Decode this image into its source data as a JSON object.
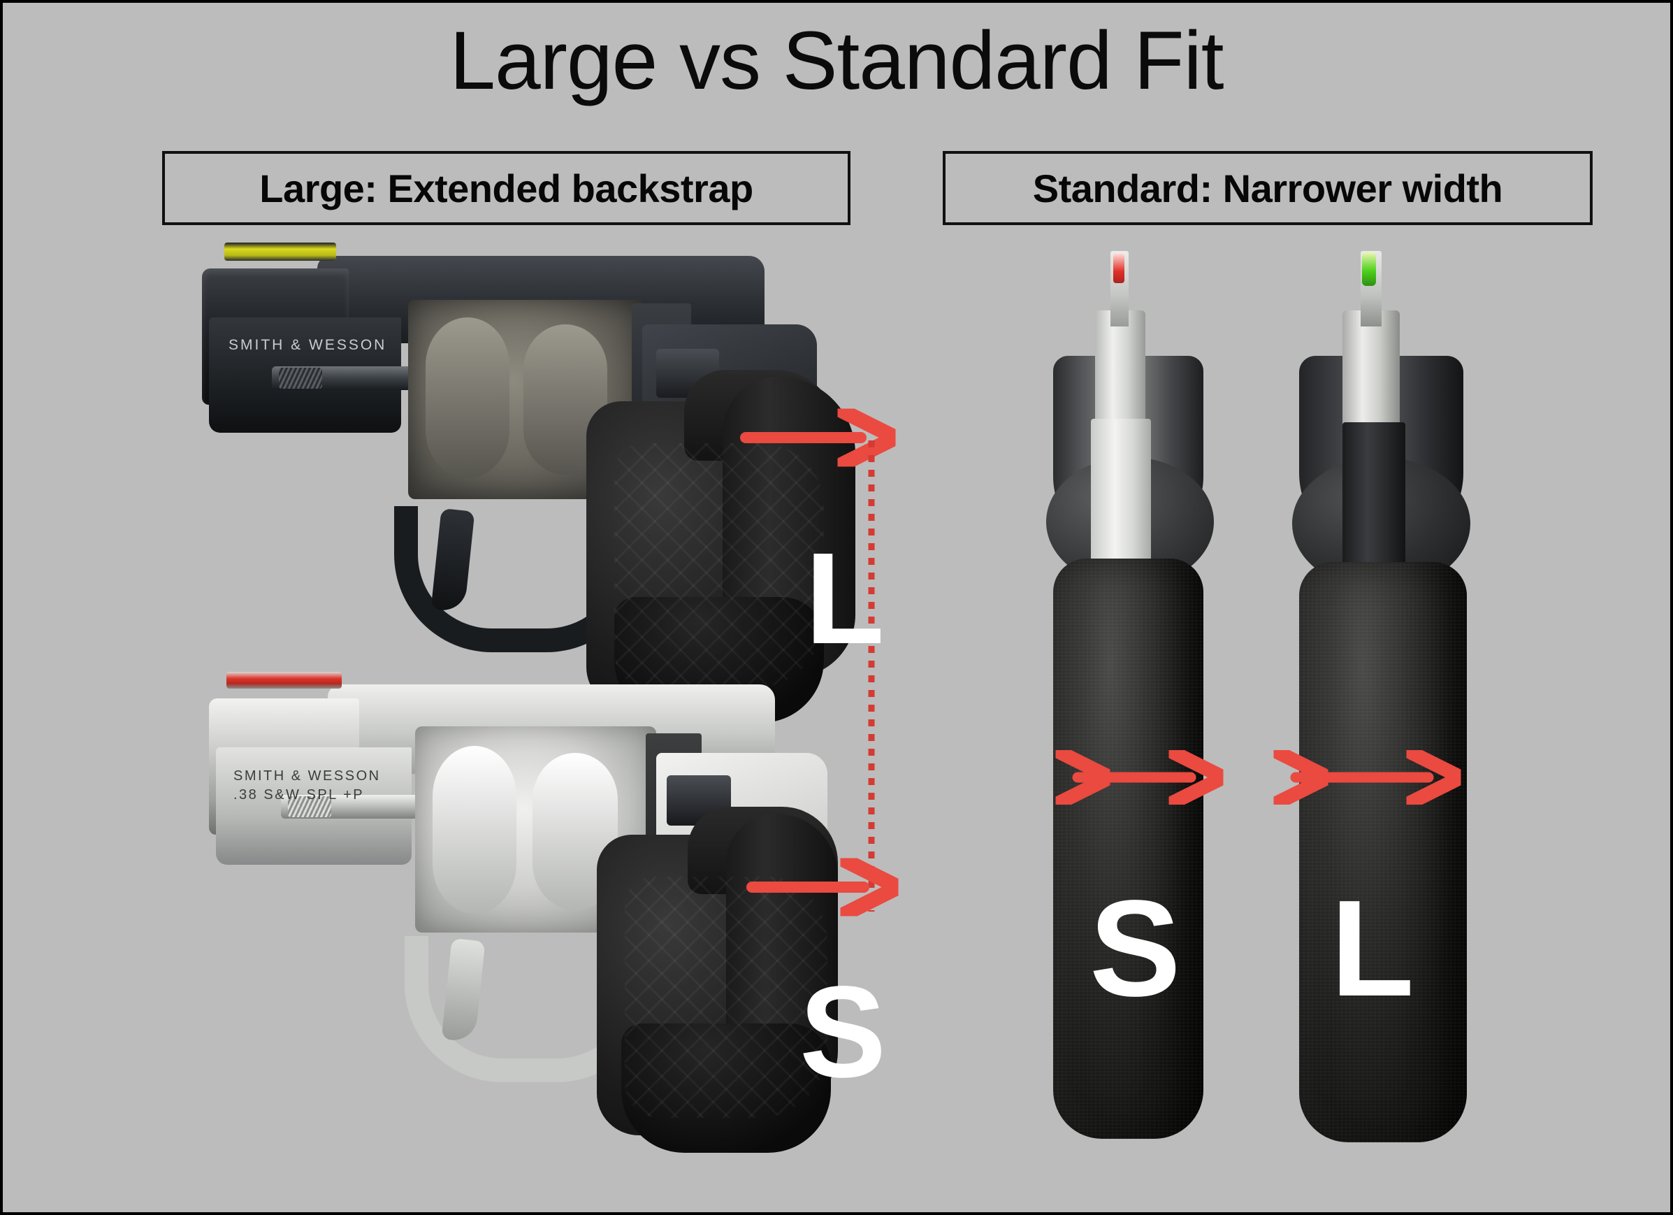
{
  "meta": {
    "background_color": "#bcbcbc",
    "border_color": "#000000",
    "accent_red": "#ea4a40",
    "label_white": "#ffffff"
  },
  "title": "Large vs Standard Fit",
  "captions": {
    "left": "Large: Extended backstrap",
    "right": "Standard: Narrower width"
  },
  "left_panel": {
    "top_revolver": {
      "finish": "black",
      "slide_text": "SMITH & WESSON",
      "front_sight_color": "#d9d91f",
      "grip_letter": "L",
      "annotation": "extended-backstrap-arrow"
    },
    "bottom_revolver": {
      "finish": "stainless",
      "slide_text_line1": "SMITH & WESSON",
      "slide_text_line2": ".38 S&W SPL +P",
      "front_sight_color": "#e0302a",
      "grip_letter": "S",
      "annotation": "standard-backstrap-arrow"
    },
    "reference_line": "dotted-vertical-alignment-line"
  },
  "right_panel": {
    "left_revolver": {
      "finish": "stainless",
      "front_sight_color": "#e0302a",
      "grip_letter": "S",
      "width_arrow": "double-headed-width-arrow"
    },
    "right_revolver": {
      "finish": "black",
      "front_sight_color": "#4fd01c",
      "grip_letter": "L",
      "width_arrow": "double-headed-width-arrow"
    }
  },
  "icons": {
    "arrow_right": "arrow-right-icon",
    "arrow_double": "arrow-left-right-icon",
    "dotted_line": "dotted-line-icon"
  }
}
